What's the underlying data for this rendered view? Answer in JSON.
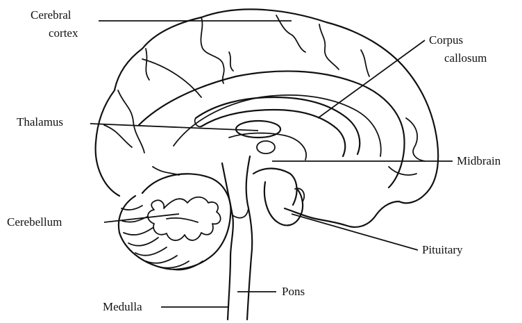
{
  "labels": {
    "cerebral_cortex_line1": "Cerebral",
    "cerebral_cortex_line2": "cortex",
    "corpus_callosum_line1": "Corpus",
    "corpus_callosum_line2": "callosum",
    "thalamus": "Thalamus",
    "midbrain": "Midbrain",
    "cerebellum": "Cerebellum",
    "pituitary": "Pituitary",
    "pons": "Pons",
    "medulla": "Medulla"
  },
  "colors": {
    "ink": "#111111",
    "background": "#ffffff"
  }
}
